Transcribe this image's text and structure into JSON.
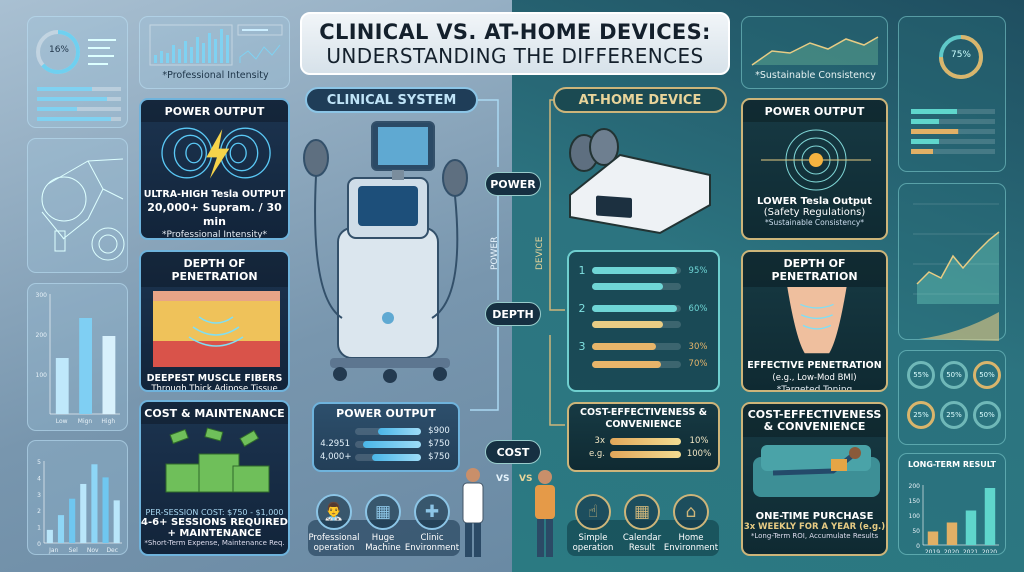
{
  "title": {
    "line1": "CLINICAL VS. AT-HOME DEVICES:",
    "line2": "UNDERSTANDING THE DIFFERENCES"
  },
  "colors": {
    "clinical_accent": "#6fb3dc",
    "home_accent": "#cdb57a",
    "left_bg": "#8aa6bd",
    "right_bg": "#2c7480"
  },
  "clinical": {
    "label": "CLINICAL SYSTEM",
    "top_caption": "*Professional Intensity",
    "power": {
      "heading": "POWER OUTPUT",
      "line1": "ULTRA-HIGH Tesla OUTPUT",
      "line2": "20,000+ Supram. / 30 min",
      "note": "*Professional Intensity*",
      "icon": "lightning-bolt-icon"
    },
    "depth": {
      "heading": "DEPTH OF PENETRATION",
      "line1": "DEEPEST MUSCLE FIBERS",
      "line2": "Through Thick Adipose Tissue"
    },
    "cost": {
      "heading": "COST & MAINTENANCE",
      "line1": "PER-SESSION COST: $750 - $1,000",
      "line2": "4-6+ SESSIONS REQUIRED",
      "line3": "+ MAINTENANCE",
      "note": "*Short-Term Expense, Maintenance Req.",
      "icon": "money-stack-icon"
    },
    "power_table": {
      "heading": "POWER OUTPUT",
      "rows": [
        {
          "label": "",
          "value": "$900",
          "fill": 0.65
        },
        {
          "label": "4.2951",
          "value": "$750",
          "fill": 0.88
        },
        {
          "label": "4,000+",
          "value": "$750",
          "fill": 0.75
        }
      ]
    },
    "features": [
      {
        "label": "Professional operation",
        "icon": "doctor-icon"
      },
      {
        "label": "Huge Machine",
        "icon": "machine-icon"
      },
      {
        "label": "Clinic Environment",
        "icon": "clinic-bed-icon"
      }
    ],
    "ring_percent": "16%"
  },
  "home": {
    "label": "AT-HOME DEVICE",
    "top_caption": "*Sustainable Consistency",
    "power": {
      "heading": "POWER OUTPUT",
      "line1": "LOWER Tesla Output",
      "line2": "(Safety Regulations)",
      "note": "*Sustainable Consistency*"
    },
    "depth": {
      "heading": "DEPTH OF PENETRATION",
      "line1": "EFFECTIVE PENETRATION",
      "line2": "(e.g., Low-Mod BMI)",
      "note": "*Targeted Toning"
    },
    "cost": {
      "heading": "COST-EFFECTIVENESS & CONVENIENCE",
      "line1": "ONE-TIME PURCHASE",
      "line2": "3x WEEKLY FOR A YEAR (e.g.)",
      "note": "*Long-Term ROI, Accumulate Results"
    },
    "depth_bars": [
      {
        "group": "1",
        "pct": "95%",
        "fill": 0.95,
        "color": "#6fd6d6"
      },
      {
        "group": "",
        "pct": "",
        "fill": 0.8,
        "color": "#6fd6d6"
      },
      {
        "group": "2",
        "pct": "60%",
        "fill": 0.96,
        "color": "#6fd6d6"
      },
      {
        "group": "",
        "pct": "",
        "fill": 0.8,
        "color": "#e7cc84"
      },
      {
        "group": "3",
        "pct": "30%",
        "fill": 0.72,
        "color": "#e7b56a"
      },
      {
        "group": "",
        "pct": "70%",
        "fill": 0.78,
        "color": "#e7b56a"
      }
    ],
    "cost_table": {
      "heading": "COST-EFFECTIVENESS & CONVENIENCE",
      "rows": [
        {
          "label": "3x",
          "value": "10%",
          "fill": 1.0
        },
        {
          "label": "e.g.",
          "value": "100%",
          "fill": 1.0
        }
      ]
    },
    "features": [
      {
        "label": "Simple operation",
        "icon": "tap-hand-icon"
      },
      {
        "label": "Calendar Result",
        "icon": "calendar-icon"
      },
      {
        "label": "Home Environment",
        "icon": "home-icon"
      }
    ],
    "ring_percent": "75%",
    "ring_grid": [
      "55%",
      "50%",
      "50%",
      "25%",
      "25%",
      "50%"
    ],
    "long_term": {
      "title": "LONG-TERM RESULT",
      "type": "bar",
      "categories": [
        "2019",
        "2020",
        "2021",
        "2020"
      ],
      "values": [
        45,
        75,
        115,
        190
      ],
      "yticks": [
        "0",
        "50",
        "100",
        "150",
        "200"
      ]
    }
  },
  "flow": {
    "power": "POWER",
    "depth": "DEPTH",
    "cost": "COST",
    "vertical_left": "POWER",
    "vertical_right": "DEVICE",
    "vs": "VS"
  },
  "chart_data": [
    {
      "type": "bar",
      "categories": [
        "Low",
        "Mign",
        "High"
      ],
      "values": [
        140,
        240,
        195
      ],
      "yticks": [
        "100",
        "200",
        "300"
      ]
    },
    {
      "type": "bar",
      "categories": [
        "Jan",
        "Sel",
        "Nov",
        "Dec"
      ],
      "values": [
        0.8,
        1.7,
        2.7,
        3.6,
        4.8,
        4.0,
        2.6
      ],
      "yticks": [
        "0",
        "1",
        "2",
        "3",
        "4",
        "5"
      ]
    }
  ]
}
